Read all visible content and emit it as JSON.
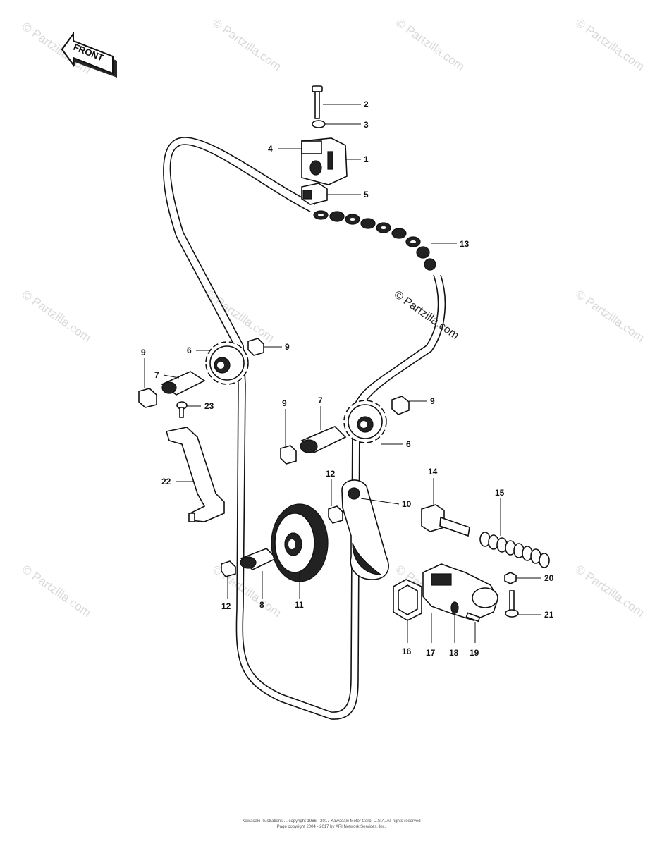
{
  "front_label": "FRONT",
  "watermark_text": "© Partzilla.com",
  "center_watermark": "© Partzilla.com",
  "copyright_lines": [
    "Kawasaki Illustrations ... copyright 1966 - 2017 Kawasaki Motor Corp. U.S.A. All rights reserved",
    "Page copyright 2004 - 2017 by ARI Network Services, Inc."
  ],
  "callouts": {
    "c1": "1",
    "c2": "2",
    "c3": "3",
    "c4": "4",
    "c5": "5",
    "c6a": "6",
    "c6b": "6",
    "c7a": "7",
    "c7b": "7",
    "c8": "8",
    "c9a": "9",
    "c9b": "9",
    "c9c": "9",
    "c9d": "9",
    "c10": "10",
    "c11": "11",
    "c12a": "12",
    "c12b": "12",
    "c13": "13",
    "c14": "14",
    "c15": "15",
    "c16": "16",
    "c17": "17",
    "c18": "18",
    "c19": "19",
    "c20": "20",
    "c21": "21",
    "c22": "22",
    "c23": "23"
  }
}
